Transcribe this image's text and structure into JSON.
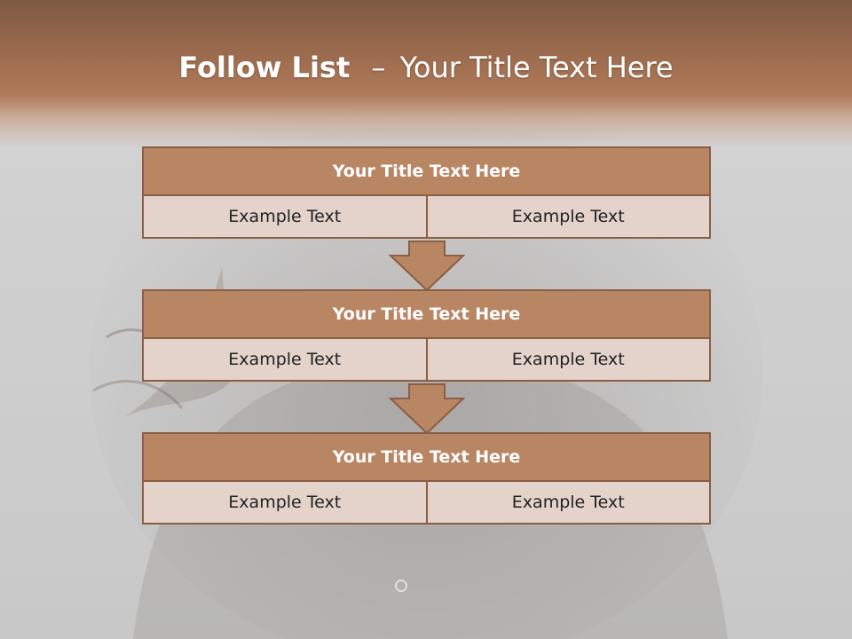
{
  "slide": {
    "title_bold": "Follow List",
    "title_dash": "–",
    "title_rest": "Your Title Text Here"
  },
  "steps": [
    {
      "title": "Your Title Text Here",
      "left": "Example Text",
      "right": "Example Text"
    },
    {
      "title": "Your Title Text Here",
      "left": "Example Text",
      "right": "Example Text"
    },
    {
      "title": "Your Title Text Here",
      "left": "Example Text",
      "right": "Example Text"
    }
  ],
  "colors": {
    "header_band": "#9a6a4d",
    "block_title_fill": "#b98664",
    "block_border": "#8b5e42",
    "cell_fill": "#e4d3cb",
    "arrow_fill": "#b98664"
  }
}
